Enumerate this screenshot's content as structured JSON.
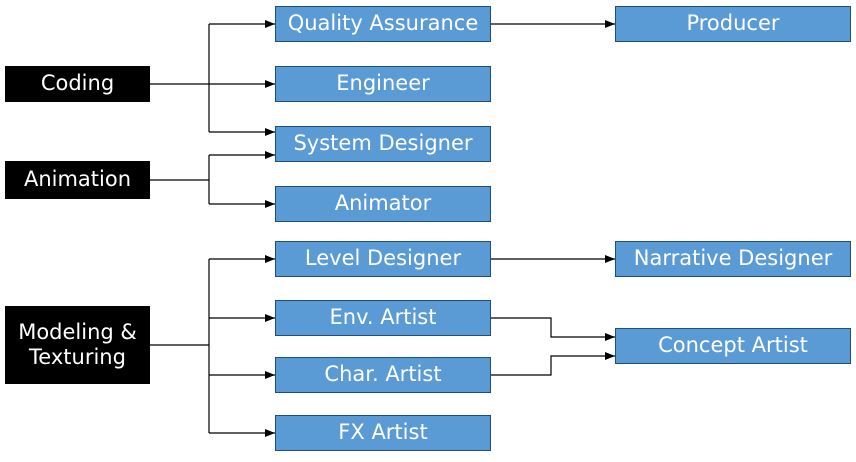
{
  "colors": {
    "source_fill": "#000000",
    "role_fill": "#5b9bd5",
    "role_border": "#1f4e79",
    "connector": "#000000"
  },
  "sources": {
    "coding": "Coding",
    "animation": "Animation",
    "modeling": "Modeling &\nTexturing"
  },
  "roles": {
    "quality_assurance": "Quality Assurance",
    "engineer": "Engineer",
    "system_designer": "System Designer",
    "animator": "Animator",
    "level_designer": "Level Designer",
    "env_artist": "Env. Artist",
    "char_artist": "Char. Artist",
    "fx_artist": "FX Artist",
    "producer": "Producer",
    "narrative_designer": "Narrative Designer",
    "concept_artist": "Concept Artist"
  }
}
